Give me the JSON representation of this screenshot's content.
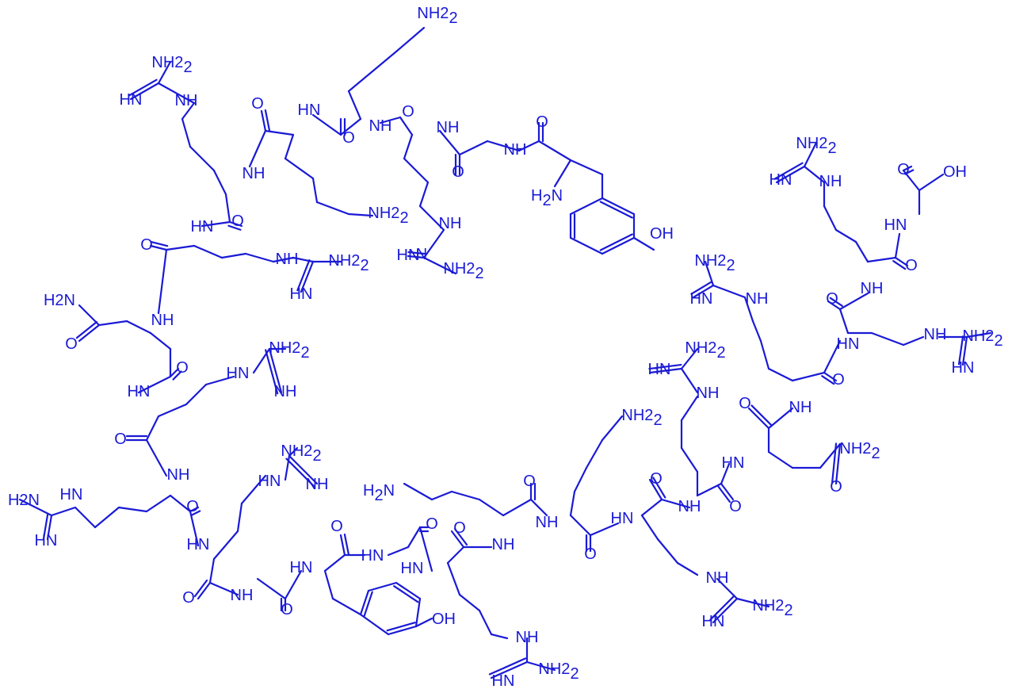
{
  "colors": {
    "ink": "#1a1ad6",
    "background": "#ffffff"
  },
  "atom_labels": {
    "nh": "NH",
    "hn": "HN",
    "n": "N",
    "h": "H",
    "o": "O",
    "oh": "OH",
    "nh2": "NH2",
    "h2n": "H2N",
    "nh2_main": "NH",
    "h2n_main": "H",
    "h2n_tail": "N",
    "sub2": "2"
  }
}
